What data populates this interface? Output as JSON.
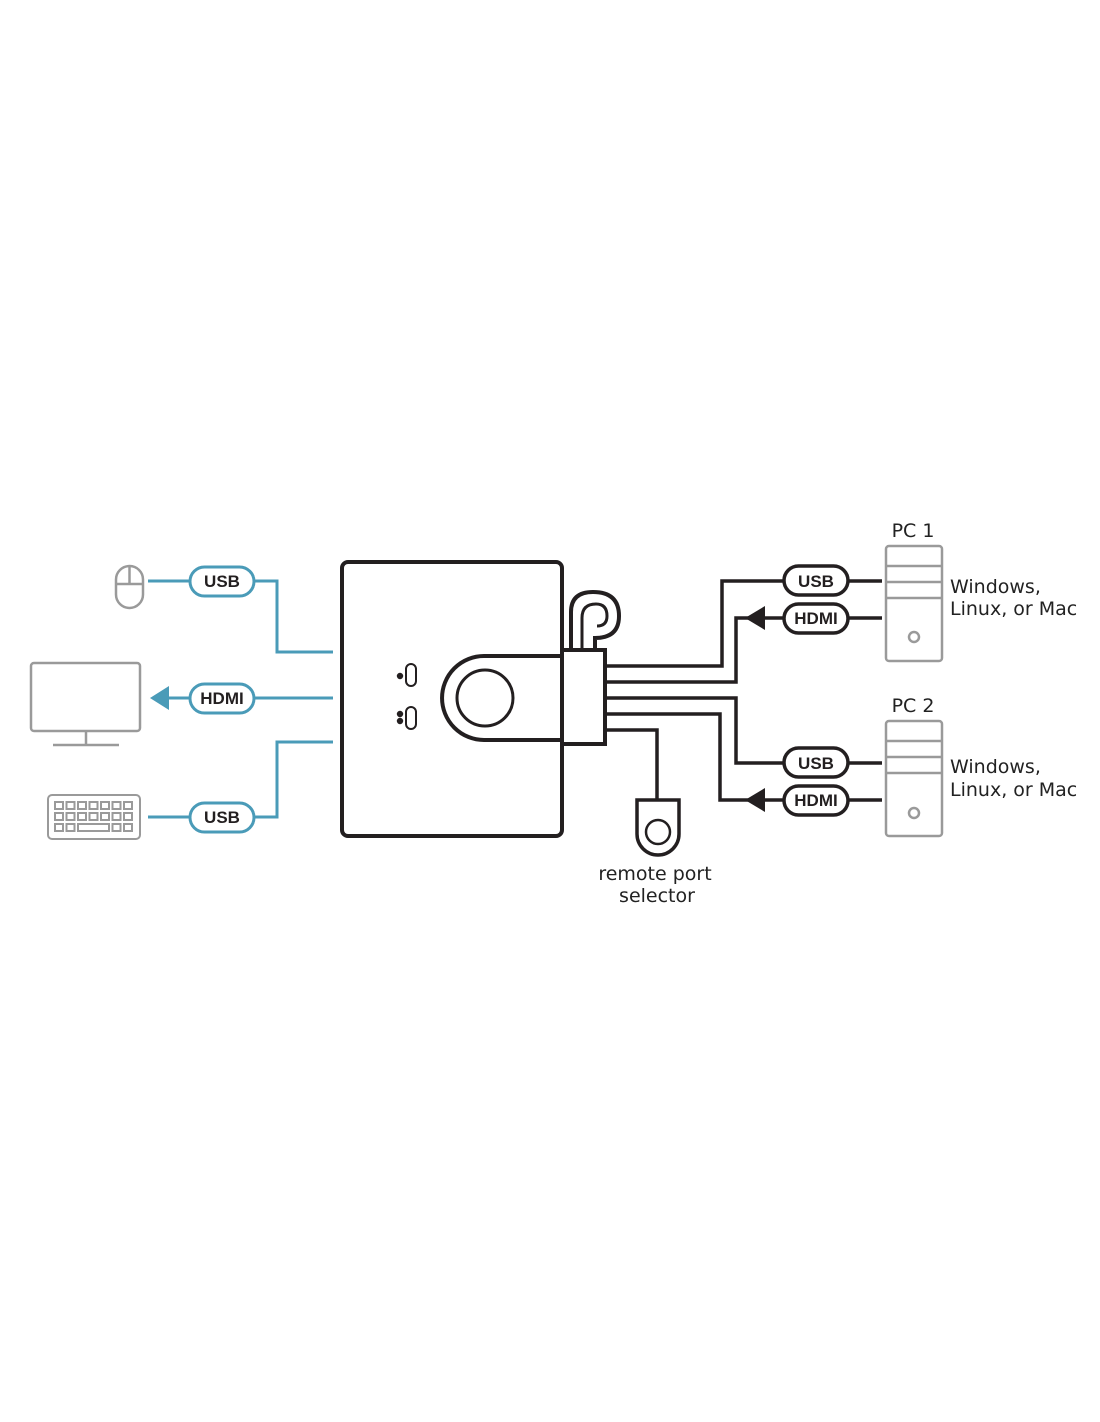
{
  "colors": {
    "host": "#4a9bb8",
    "device": "#231f20",
    "peripheral": "#9a9a9a",
    "background": "#ffffff"
  },
  "console": {
    "mouse": {
      "icon": "mouse-icon",
      "cable_label": "USB"
    },
    "monitor": {
      "icon": "monitor-icon",
      "cable_label": "HDMI"
    },
    "keyboard": {
      "icon": "keyboard-icon",
      "cable_label": "USB"
    }
  },
  "kvm_switch": {
    "icon": "kvm-switch-icon"
  },
  "pcs": [
    {
      "title": "PC 1",
      "os_line1": "Windows,",
      "os_line2": "Linux, or Mac",
      "usb_label": "USB",
      "hdmi_label": "HDMI"
    },
    {
      "title": "PC 2",
      "os_line1": "Windows,",
      "os_line2": "Linux, or Mac",
      "usb_label": "USB",
      "hdmi_label": "HDMI"
    }
  ],
  "remote": {
    "icon": "remote-port-selector-icon",
    "label_line1": "remote port",
    "label_line2": "selector"
  }
}
